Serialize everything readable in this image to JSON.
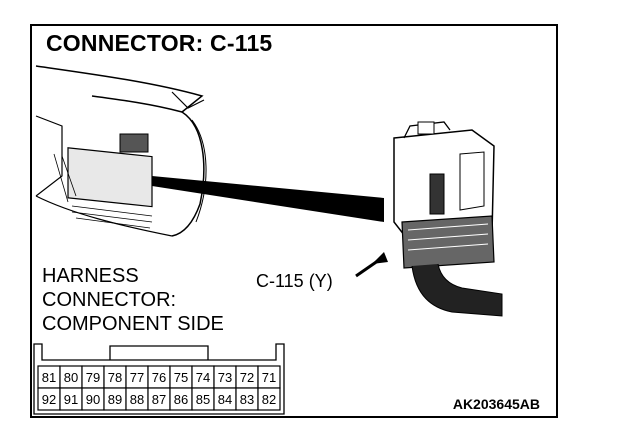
{
  "title": "CONNECTOR: C-115",
  "callout_label": "C-115 (Y)",
  "harness_label": [
    "HARNESS",
    "CONNECTOR:",
    "COMPONENT SIDE"
  ],
  "pin_rows": [
    [
      "81",
      "80",
      "79",
      "78",
      "77",
      "76",
      "75",
      "74",
      "73",
      "72",
      "71"
    ],
    [
      "92",
      "91",
      "90",
      "89",
      "88",
      "87",
      "86",
      "85",
      "84",
      "83",
      "82"
    ]
  ],
  "figure_code": "AK203645AB"
}
